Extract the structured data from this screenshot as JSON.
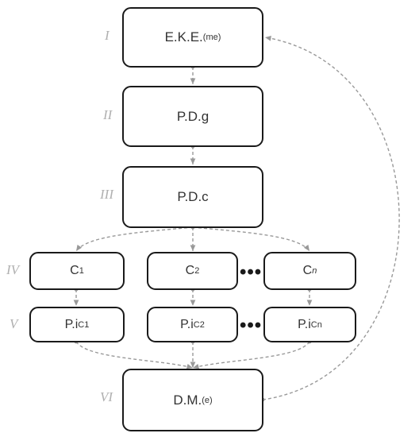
{
  "levels": [
    "I",
    "II",
    "III",
    "IV",
    "V",
    "VI"
  ],
  "nodes": {
    "eke": {
      "main": "E.K.E.",
      "sub": "(me)"
    },
    "pdg": {
      "main": "P.D.g"
    },
    "pdc": {
      "main": "P.D.c"
    },
    "c1": {
      "main": "C",
      "sub": "1"
    },
    "c2": {
      "main": "C",
      "sub": "2"
    },
    "cn": {
      "main": "C",
      "sub": "n"
    },
    "pi1": {
      "main": "P.i",
      "sub": "C1"
    },
    "pi2": {
      "main": "P.i",
      "sub": "C2"
    },
    "pin": {
      "main": "P.i",
      "sub": "Cn"
    },
    "dm": {
      "main": "D.M.",
      "sub": "(e)"
    }
  },
  "ellipsis": "•••",
  "colors": {
    "box_border": "#1a1a1a",
    "connector": "#999999",
    "level_label": "#b0b0b0"
  }
}
